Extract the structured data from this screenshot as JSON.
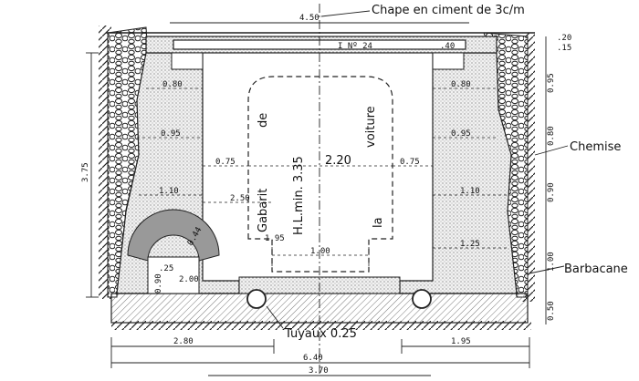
{
  "callouts": {
    "chape": "Chape en ciment de 3c/m",
    "chemise": "Chemise",
    "barbacane": "Barbacane",
    "tuyaux": "Tuyaux 0.25",
    "beam": "I Nº 24"
  },
  "gabarit": {
    "word1": "Gabarit",
    "word2": "de",
    "word3": "H.L.min. 3.35",
    "word4": "voiture",
    "word5": "la"
  },
  "dims": {
    "top_width": "4.50",
    "top_right_a": ".20",
    "top_right_b": ".15",
    "beam_right": ".40",
    "left_wall_1": "0.80",
    "left_wall_2": "0.95",
    "left_wall_3": "1.10",
    "left_inner": "0.75",
    "clear_span": "2.20",
    "right_inner": "0.75",
    "inner_250": "2.50",
    "gab_195": "1.95",
    "gab_100": "1.00",
    "right_wall_1": "0.80",
    "right_wall_2": "0.95",
    "right_wall_3": "1.10",
    "right_wall_4": "1.25",
    "left_height": "3.75",
    "right_h_095": "0.95",
    "right_h_080": "0.80",
    "right_h_090": "0.90",
    "right_h_100": "1.00",
    "right_h_050": "0.50",
    "arch_044": "0.44",
    "arch_025": ".25",
    "arch_200": "2.00",
    "arch_090": "0.90",
    "bottom_left": "2.80",
    "bottom_right": "1.95",
    "bottom_total": "6.40",
    "bottom_inner": "3.70"
  }
}
